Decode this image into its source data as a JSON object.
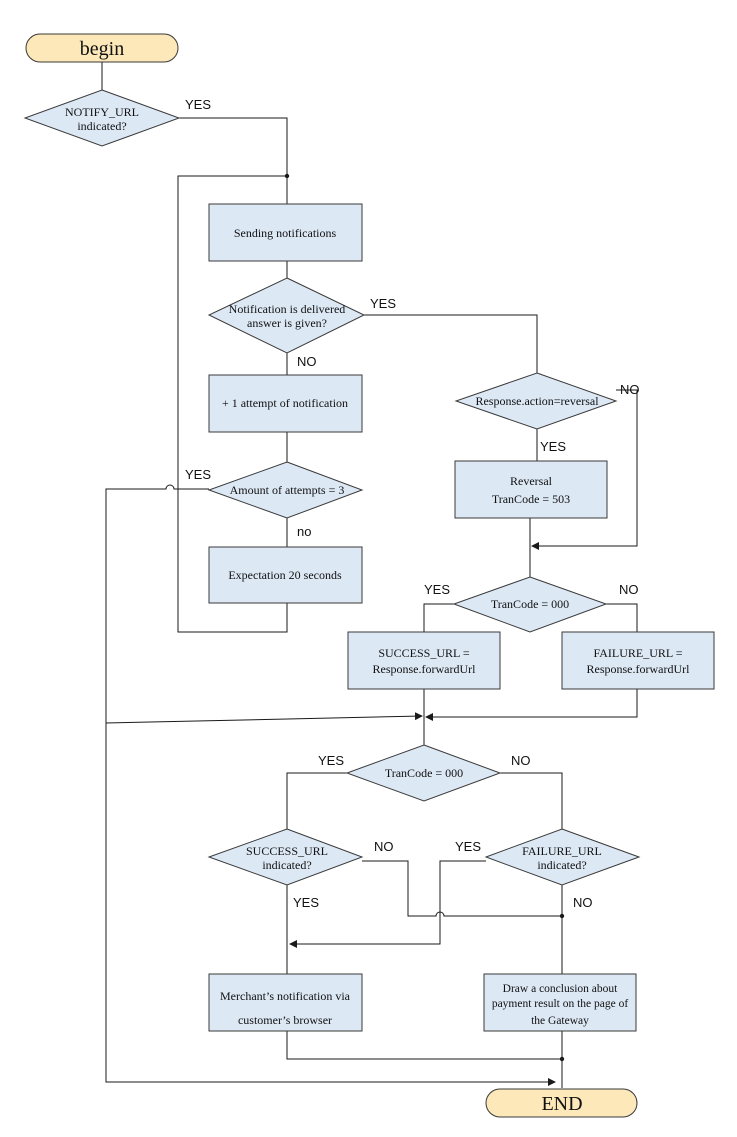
{
  "terminals": {
    "begin": "begin",
    "end": "END"
  },
  "decisions": {
    "notify_url": [
      "NOTIFY_URL",
      "indicated?"
    ],
    "delivered": [
      "Notification is delivered",
      "answer is given?"
    ],
    "attempts": [
      "Amount of attempts = 3"
    ],
    "reversal": [
      "Response.action=reversal"
    ],
    "trancode1": [
      "TranCode = 000"
    ],
    "trancode2": [
      "TranCode = 000"
    ],
    "success_url": [
      "SUCCESS_URL",
      "indicated?"
    ],
    "failure_url": [
      "FAILURE_URL",
      "indicated?"
    ]
  },
  "processes": {
    "sending": [
      "Sending notifications"
    ],
    "attempt": [
      "+ 1 attempt of notification"
    ],
    "expectation": [
      "Expectation 20 seconds"
    ],
    "reversal_box": [
      "Reversal",
      "TranCode = 503"
    ],
    "success_assign": [
      "SUCCESS_URL =",
      "Response.forwardUrl"
    ],
    "failure_assign": [
      "FAILURE_URL =",
      "Response.forwardUrl"
    ],
    "merchant": [
      "Merchant’s notification via",
      "customer’s browser"
    ],
    "conclusion": [
      "Draw a conclusion about",
      "payment result on the page of",
      "the Gateway"
    ]
  },
  "labels": {
    "notify_yes": "YES",
    "delivered_yes": "YES",
    "delivered_no": "NO",
    "attempts_yes": "YES",
    "attempts_no": "no",
    "reversal_no": "NO",
    "reversal_yes": "YES",
    "tc1_yes": "YES",
    "tc1_no": "NO",
    "tc2_yes": "YES",
    "tc2_no": "NO",
    "success_no": "NO",
    "success_yes": "YES",
    "failure_yes": "YES",
    "failure_no": "NO"
  }
}
